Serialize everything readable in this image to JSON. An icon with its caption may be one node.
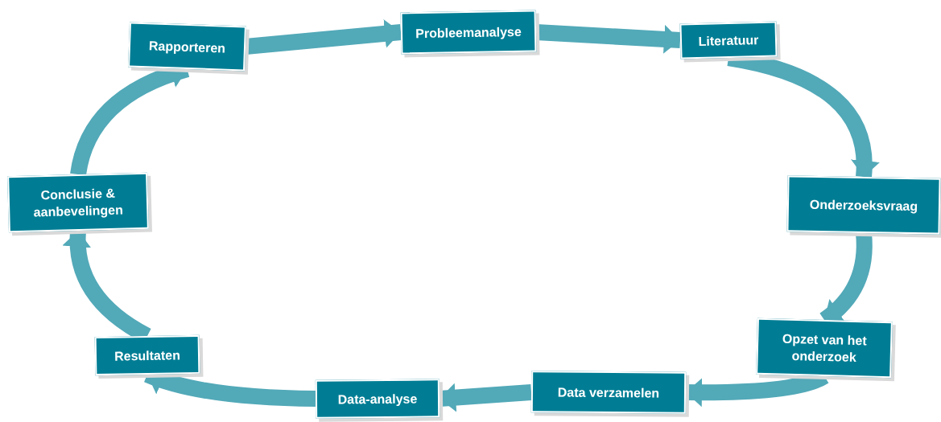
{
  "diagram": {
    "nodes": [
      {
        "text": [
          "Rapporteren"
        ]
      },
      {
        "text": [
          "Probleemanalyse"
        ]
      },
      {
        "text": [
          "Literatuur"
        ]
      },
      {
        "text": [
          "Onderzoeksvraag"
        ]
      },
      {
        "text": [
          "Opzet van het onderzoek"
        ]
      },
      {
        "text": [
          "Data verzamelen"
        ]
      },
      {
        "text": [
          "Data-analyse"
        ]
      },
      {
        "text": [
          "Resultaten"
        ]
      },
      {
        "text": [
          "Conclusie & aanbevelingen"
        ]
      }
    ],
    "edges": [
      {
        "from": 1,
        "to": 2,
        "arrow": "to"
      },
      {
        "from": 2,
        "to": 3,
        "arrow": "to"
      },
      {
        "from": 3,
        "to": 4,
        "arrow": "to"
      },
      {
        "from": 4,
        "to": 5,
        "arrow": "to"
      },
      {
        "from": 5,
        "to": 6,
        "arrow": "to"
      },
      {
        "from": 6,
        "to": 7,
        "arrow": "to"
      },
      {
        "from": 7,
        "to": 8,
        "arrow": "to"
      },
      {
        "from": 8,
        "to": 0,
        "arrow": "to"
      },
      {
        "from": 0,
        "to": 1,
        "arrow": "to"
      }
    ]
  }
}
